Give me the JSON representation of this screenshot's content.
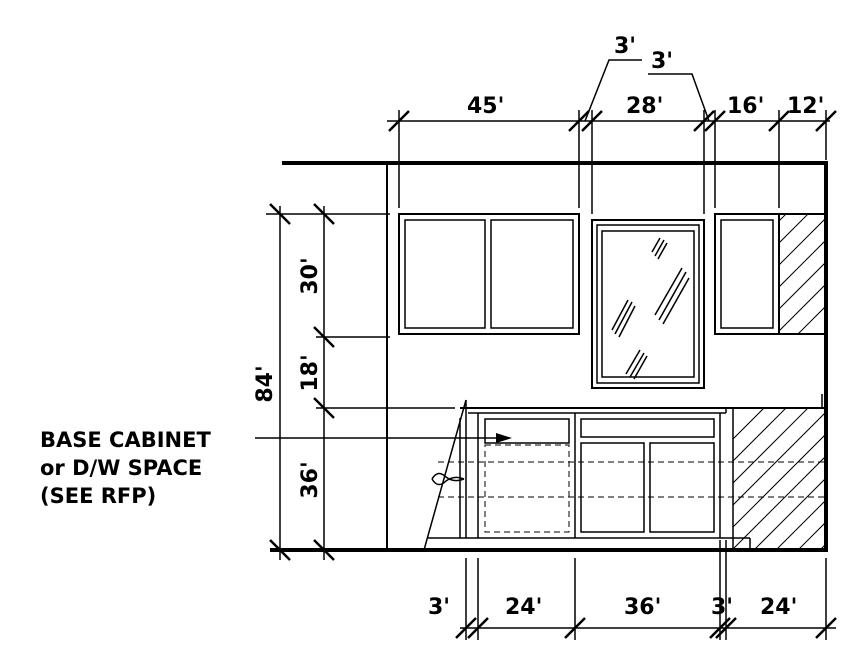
{
  "top_dimensions": {
    "d45": "45'",
    "d28": "28'",
    "d16": "16'",
    "d12": "12'",
    "gap_left": "3'",
    "gap_right": "3'"
  },
  "left_dimensions": {
    "overall": "84'",
    "upper": "30'",
    "backsplash": "18'",
    "base": "36'"
  },
  "bottom_dimensions": {
    "d3a": "3'",
    "d24a": "24'",
    "d36": "36'",
    "d3b": "3'",
    "d24b": "24'"
  },
  "note": {
    "line1": "BASE CABINET",
    "line2": "or D/W SPACE",
    "line3": "(SEE RFP)"
  }
}
